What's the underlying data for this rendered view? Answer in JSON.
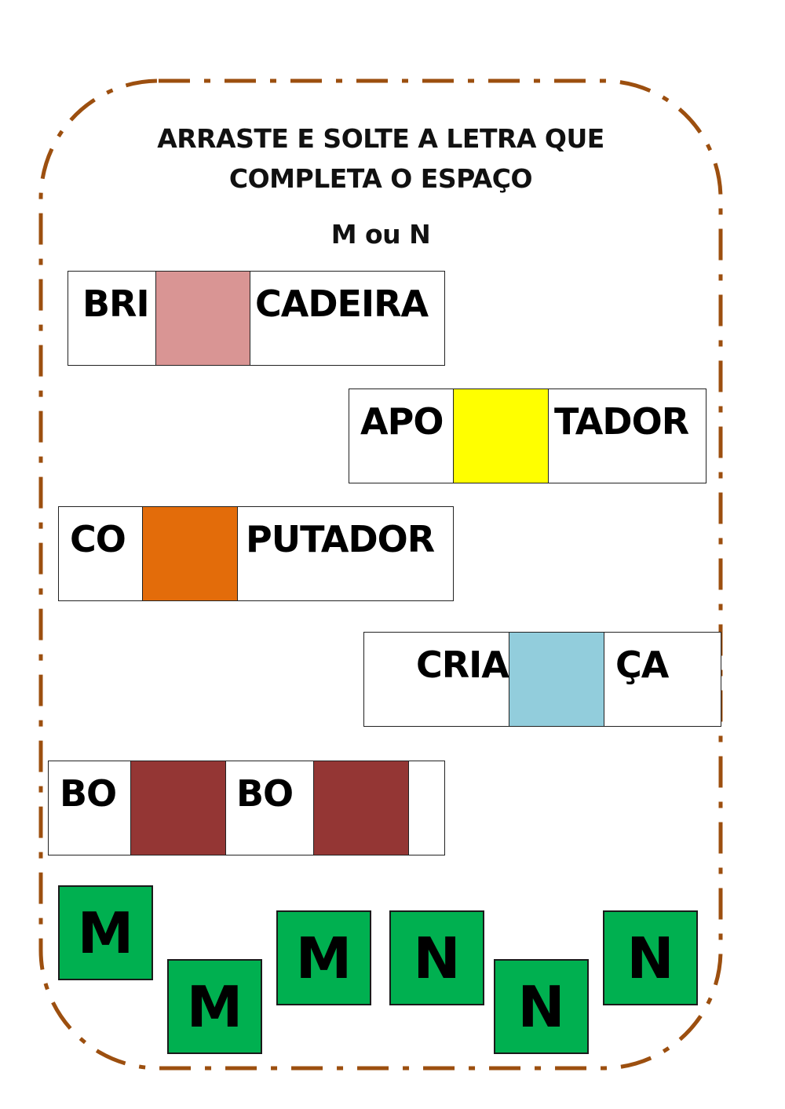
{
  "header": {
    "title_line1": "ARRASTE E SOLTE A LETRA QUE",
    "title_line2": "COMPLETA O ESPAÇO",
    "subtitle": "M ou N"
  },
  "colors": {
    "border": "#9c4f0f",
    "tile": "#00b050",
    "blank_row1": "#d99594",
    "blank_row2": "#ffff00",
    "blank_row3": "#e36c0a",
    "blank_row4": "#92cddc",
    "blank_row5": "#943634"
  },
  "words": [
    {
      "prefix": "BRI",
      "suffix": "CADEIRA",
      "blank_color": "#d99594"
    },
    {
      "prefix": "APO",
      "suffix": "TADOR",
      "blank_color": "#ffff00"
    },
    {
      "prefix": "CO",
      "suffix": "PUTADOR",
      "blank_color": "#e36c0a"
    },
    {
      "prefix": "CRIA",
      "suffix": "ÇA",
      "blank_color": "#92cddc"
    },
    {
      "prefix": "BO",
      "middle": "BO",
      "suffix": "",
      "blank_color": "#943634"
    }
  ],
  "tiles": [
    {
      "letter": "M"
    },
    {
      "letter": "M"
    },
    {
      "letter": "M"
    },
    {
      "letter": "N"
    },
    {
      "letter": "N"
    },
    {
      "letter": "N"
    }
  ]
}
